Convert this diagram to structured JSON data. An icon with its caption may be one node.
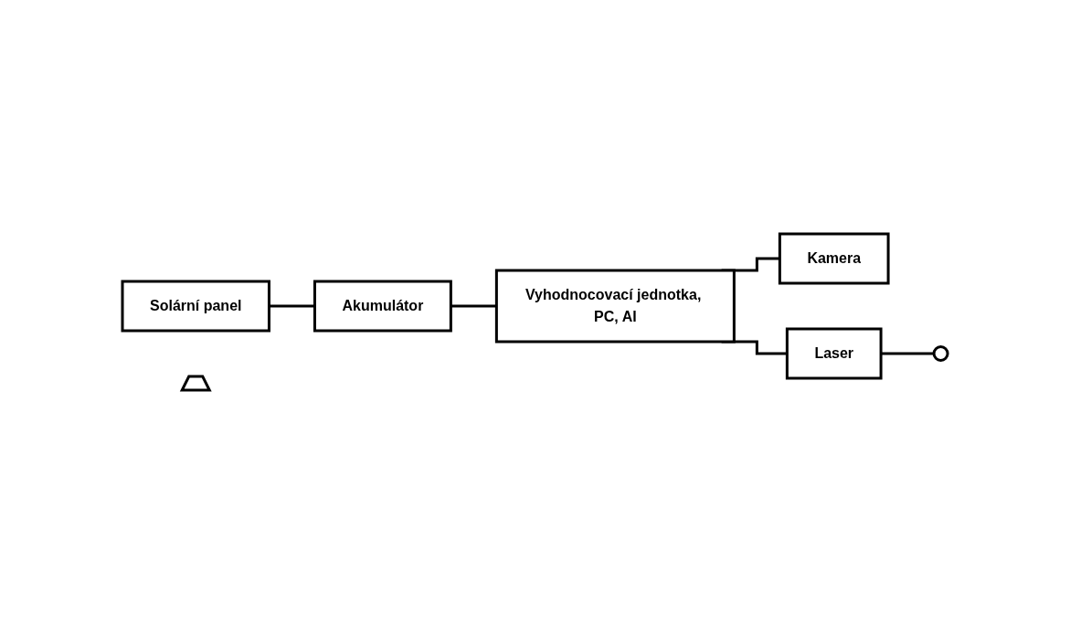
{
  "diagram": {
    "nodes": [
      {
        "text": [
          "Solární panel"
        ]
      },
      {
        "text": [
          "Kamera"
        ]
      },
      {
        "text": [],
        "shape": "trapezoid"
      },
      {
        "text": [
          "Vyhodnocovací jednotka, PC, AI"
        ]
      },
      {
        "text": [
          "Akumulátor"
        ]
      },
      {
        "text": [
          "Laser"
        ]
      },
      {
        "text": [],
        "shape": "circle"
      }
    ],
    "edges": [
      {
        "from": 0,
        "to": 4,
        "arrow": "none"
      },
      {
        "from": 4,
        "to": 3,
        "arrow": "none"
      },
      {
        "from": 3,
        "to": 1,
        "arrow": "none"
      },
      {
        "from": 3,
        "to": 5,
        "arrow": "none"
      },
      {
        "from": 5,
        "to": 6,
        "arrow": "none"
      }
    ]
  }
}
